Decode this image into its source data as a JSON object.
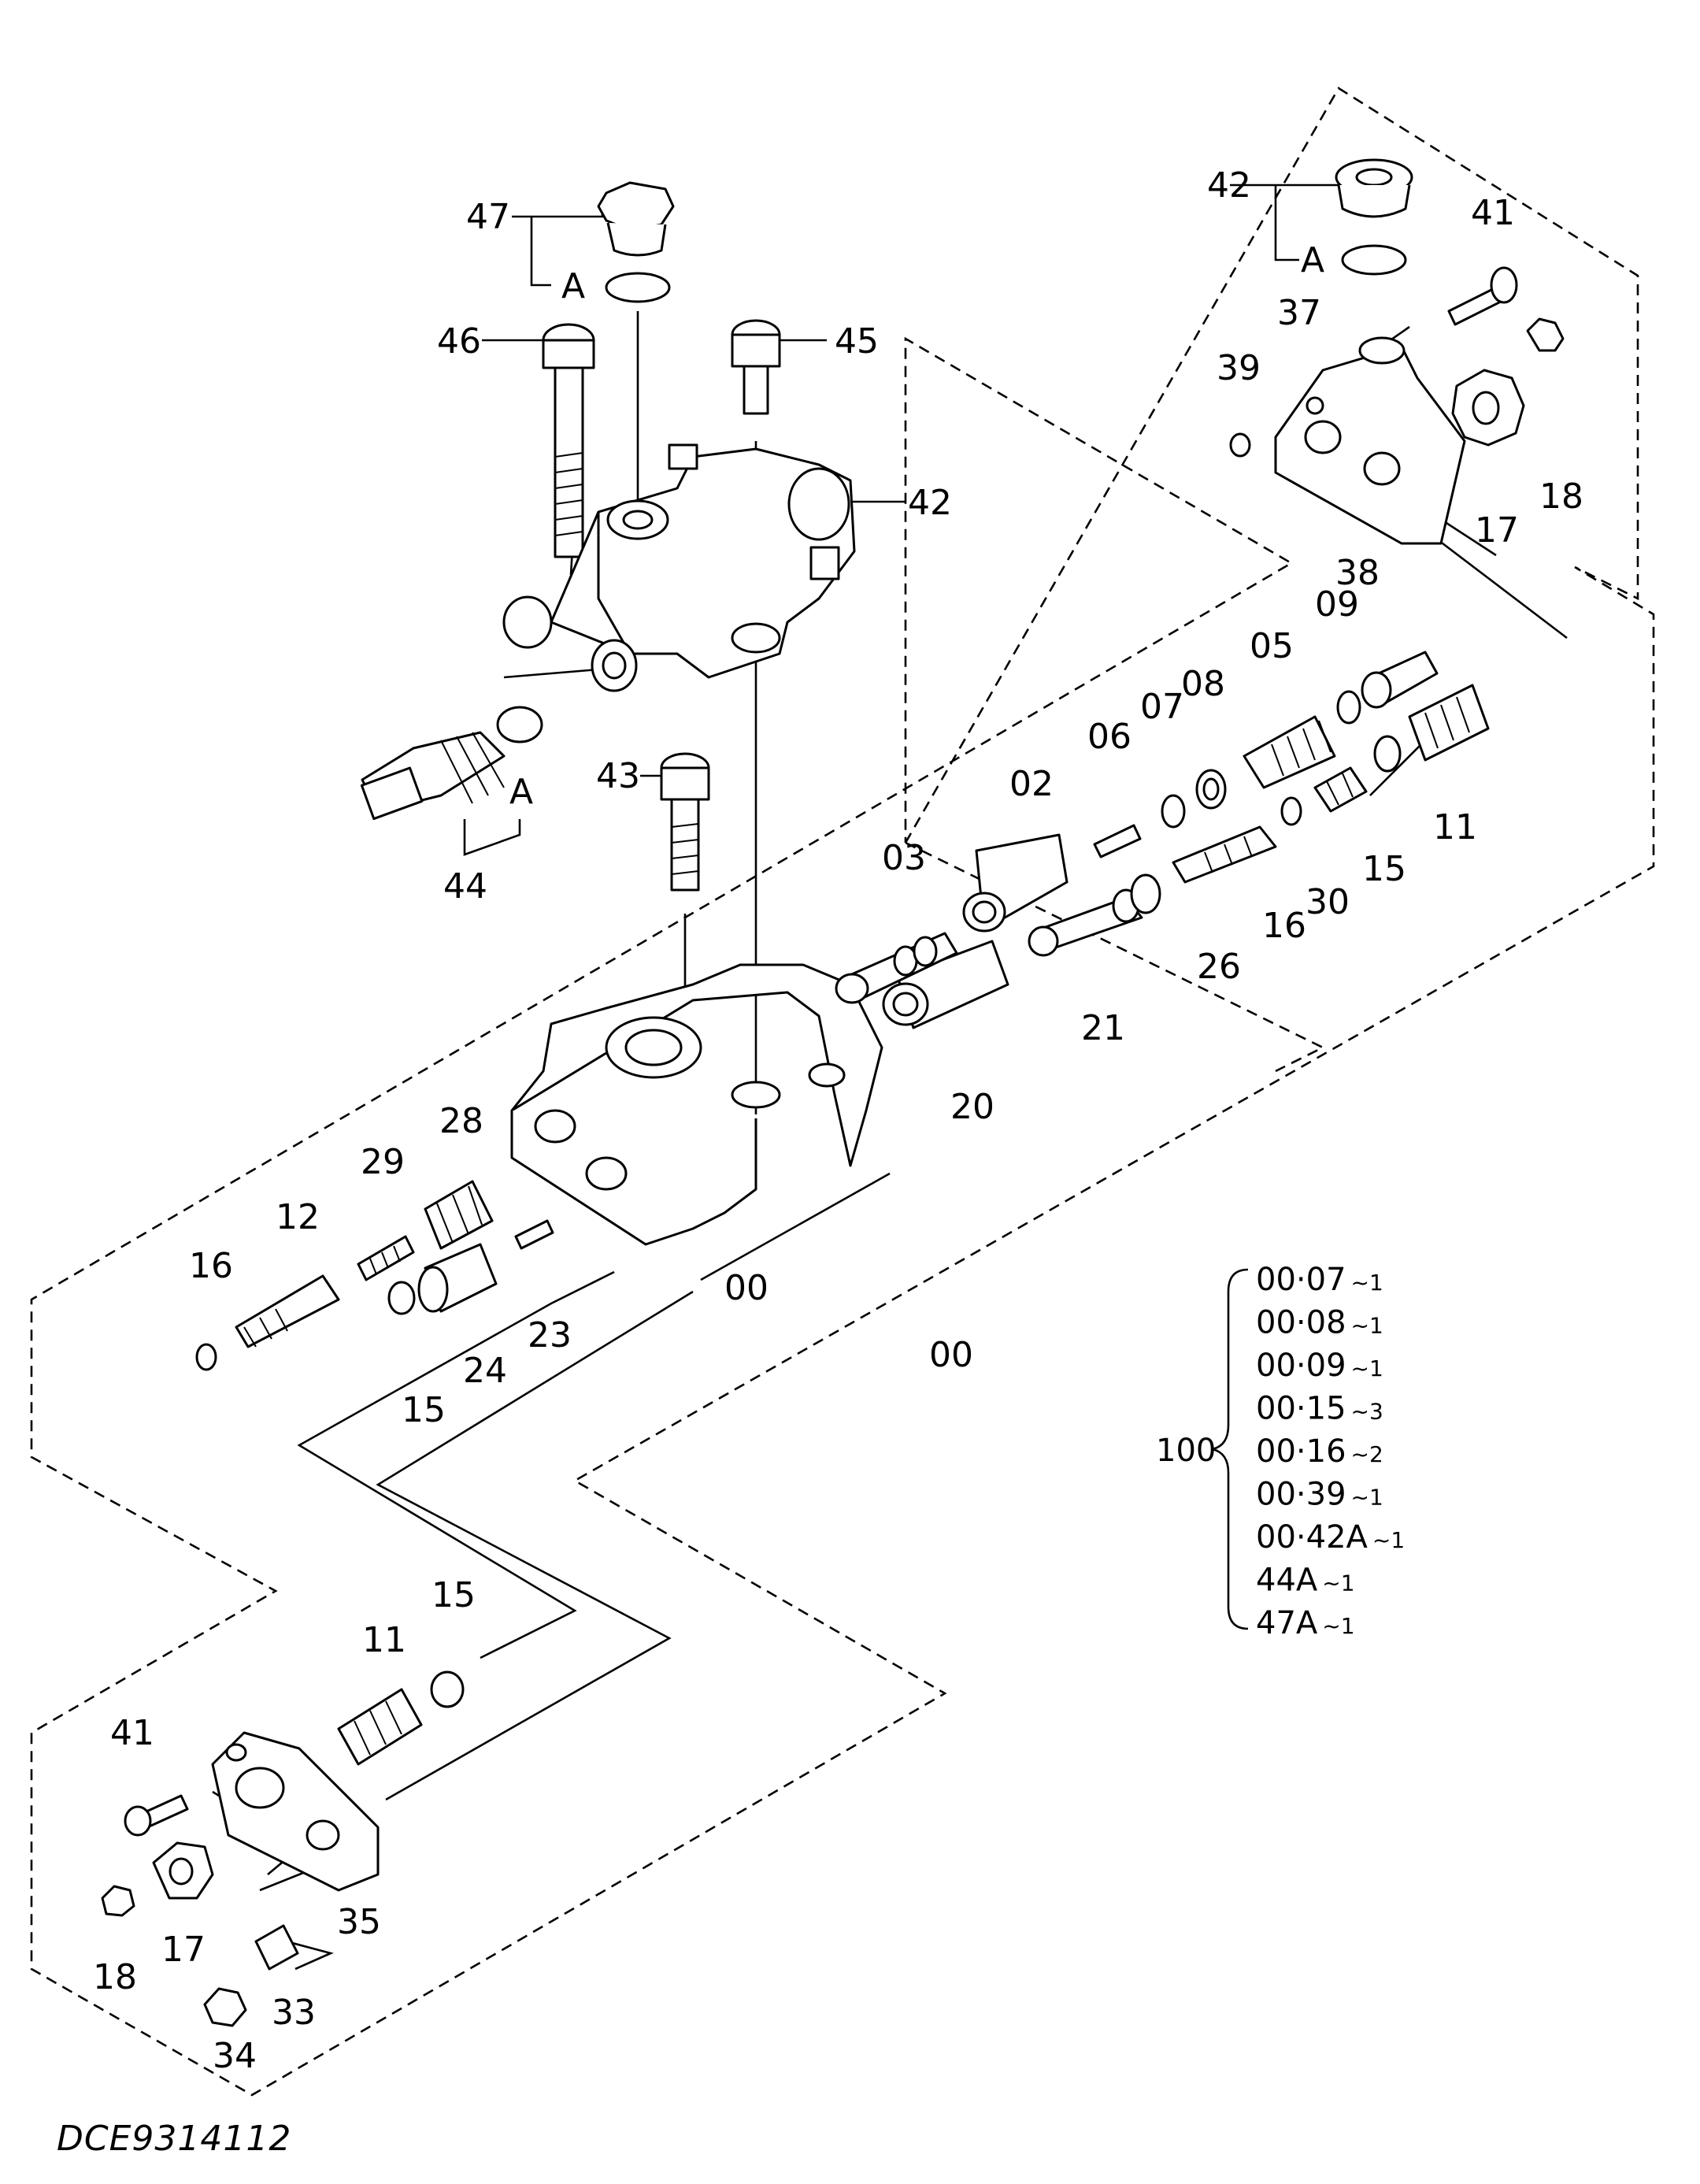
{
  "drawing_code": "DCE9314112",
  "callouts": {
    "n47": "47",
    "a1": "A",
    "n46": "46",
    "n45": "45",
    "n42a": "42",
    "n43": "43",
    "a2": "A",
    "n44": "44",
    "n42b": "42",
    "a3": "A",
    "n41a": "41",
    "n37": "37",
    "n39": "39",
    "n18a": "18",
    "n17a": "17",
    "n38": "38",
    "n09": "09",
    "n08": "08",
    "n07": "07",
    "n05": "05",
    "n06": "06",
    "n02": "02",
    "n03": "03",
    "n11a": "11",
    "n15a": "15",
    "n30": "30",
    "n16a": "16",
    "n26": "26",
    "n21": "21",
    "n20": "20",
    "n28": "28",
    "n29": "29",
    "n12": "12",
    "n16b": "16",
    "n15b": "15",
    "n24": "24",
    "n23": "23",
    "n00a": "00",
    "n00b": "00",
    "n15c": "15",
    "n11b": "11",
    "n41b": "41",
    "n17b": "17",
    "n18b": "18",
    "n35": "35",
    "n33": "33",
    "n34": "34"
  },
  "legend": {
    "label": "100",
    "items": [
      {
        "code": "00·07",
        "qty": "~1"
      },
      {
        "code": "00·08",
        "qty": "~1"
      },
      {
        "code": "00·09",
        "qty": "~1"
      },
      {
        "code": "00·15",
        "qty": "~3"
      },
      {
        "code": "00·16",
        "qty": "~2"
      },
      {
        "code": "00·39",
        "qty": "~1"
      },
      {
        "code": "00·42A",
        "qty": "~1"
      },
      {
        "code": "44A",
        "qty": "~1"
      },
      {
        "code": "47A",
        "qty": "~1"
      }
    ]
  }
}
